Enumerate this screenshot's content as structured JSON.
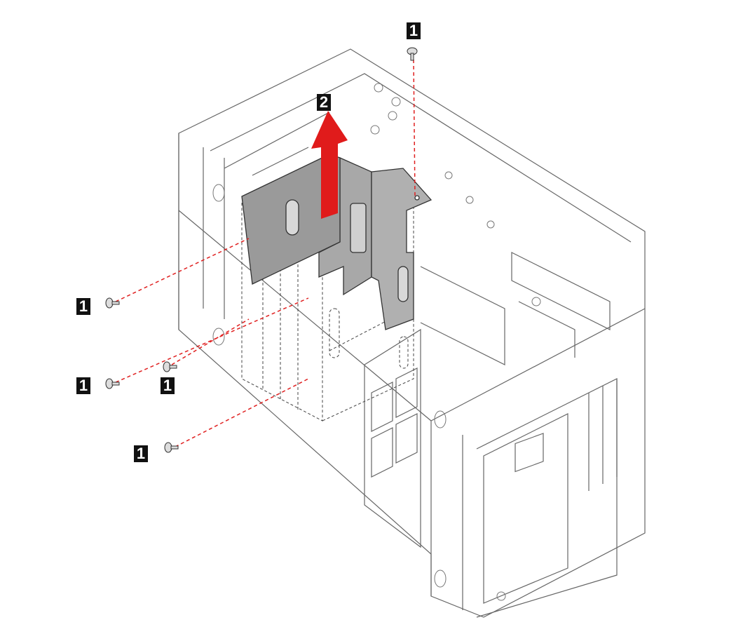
{
  "callouts": {
    "screw_top": "1",
    "lift_bracket": "2",
    "screw_left_upper": "1",
    "screw_left_middle": "1",
    "screw_inner_middle": "1",
    "screw_left_lower": "1"
  },
  "colors": {
    "callout_bg": "#111111",
    "arrow": "#e01b1b",
    "guide_line": "#e02020",
    "drawing": "#555555",
    "bracket_fill": "#a8a8a8"
  }
}
